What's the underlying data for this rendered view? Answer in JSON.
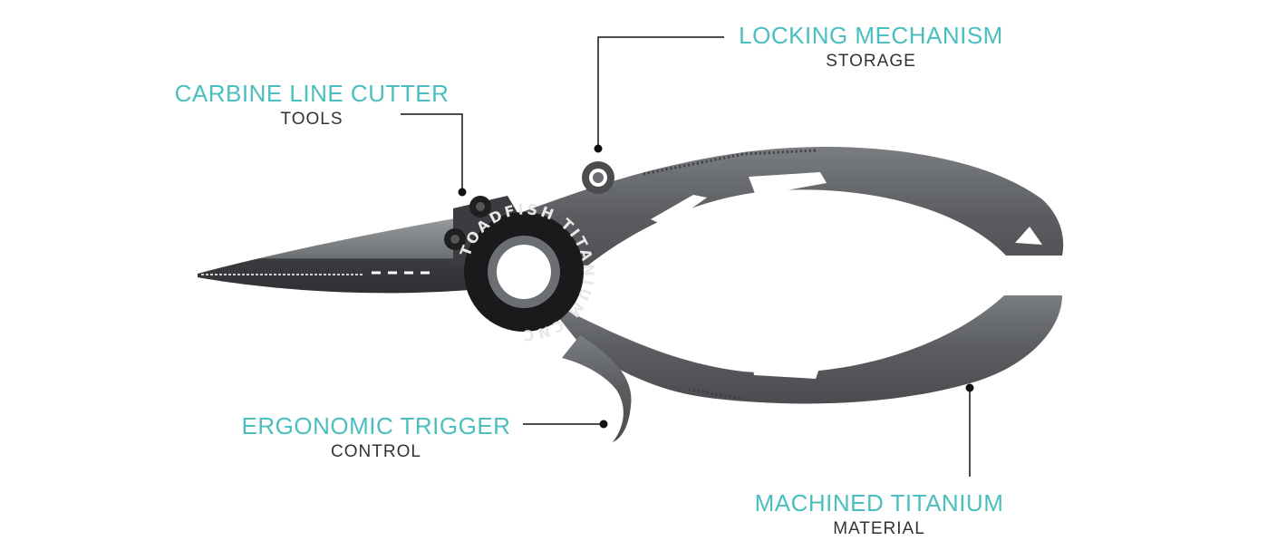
{
  "colors": {
    "accent": "#4bbfbf",
    "subtitle": "#333333",
    "leader": "#111111",
    "titanium": "#5a5c5f",
    "titanium_light": "#8e9194",
    "collar": "#1a1a1c"
  },
  "product": {
    "collar_text": "TOADFISH TITANIUM CNC"
  },
  "callouts": {
    "locking": {
      "title": "LOCKING MECHANISM",
      "subtitle": "STORAGE"
    },
    "cutter": {
      "title": "CARBINE LINE CUTTER",
      "subtitle": "TOOLS"
    },
    "trigger": {
      "title": "ERGONOMIC TRIGGER",
      "subtitle": "CONTROL"
    },
    "titanium": {
      "title": "MACHINED TITANIUM",
      "subtitle": "MATERIAL"
    }
  }
}
